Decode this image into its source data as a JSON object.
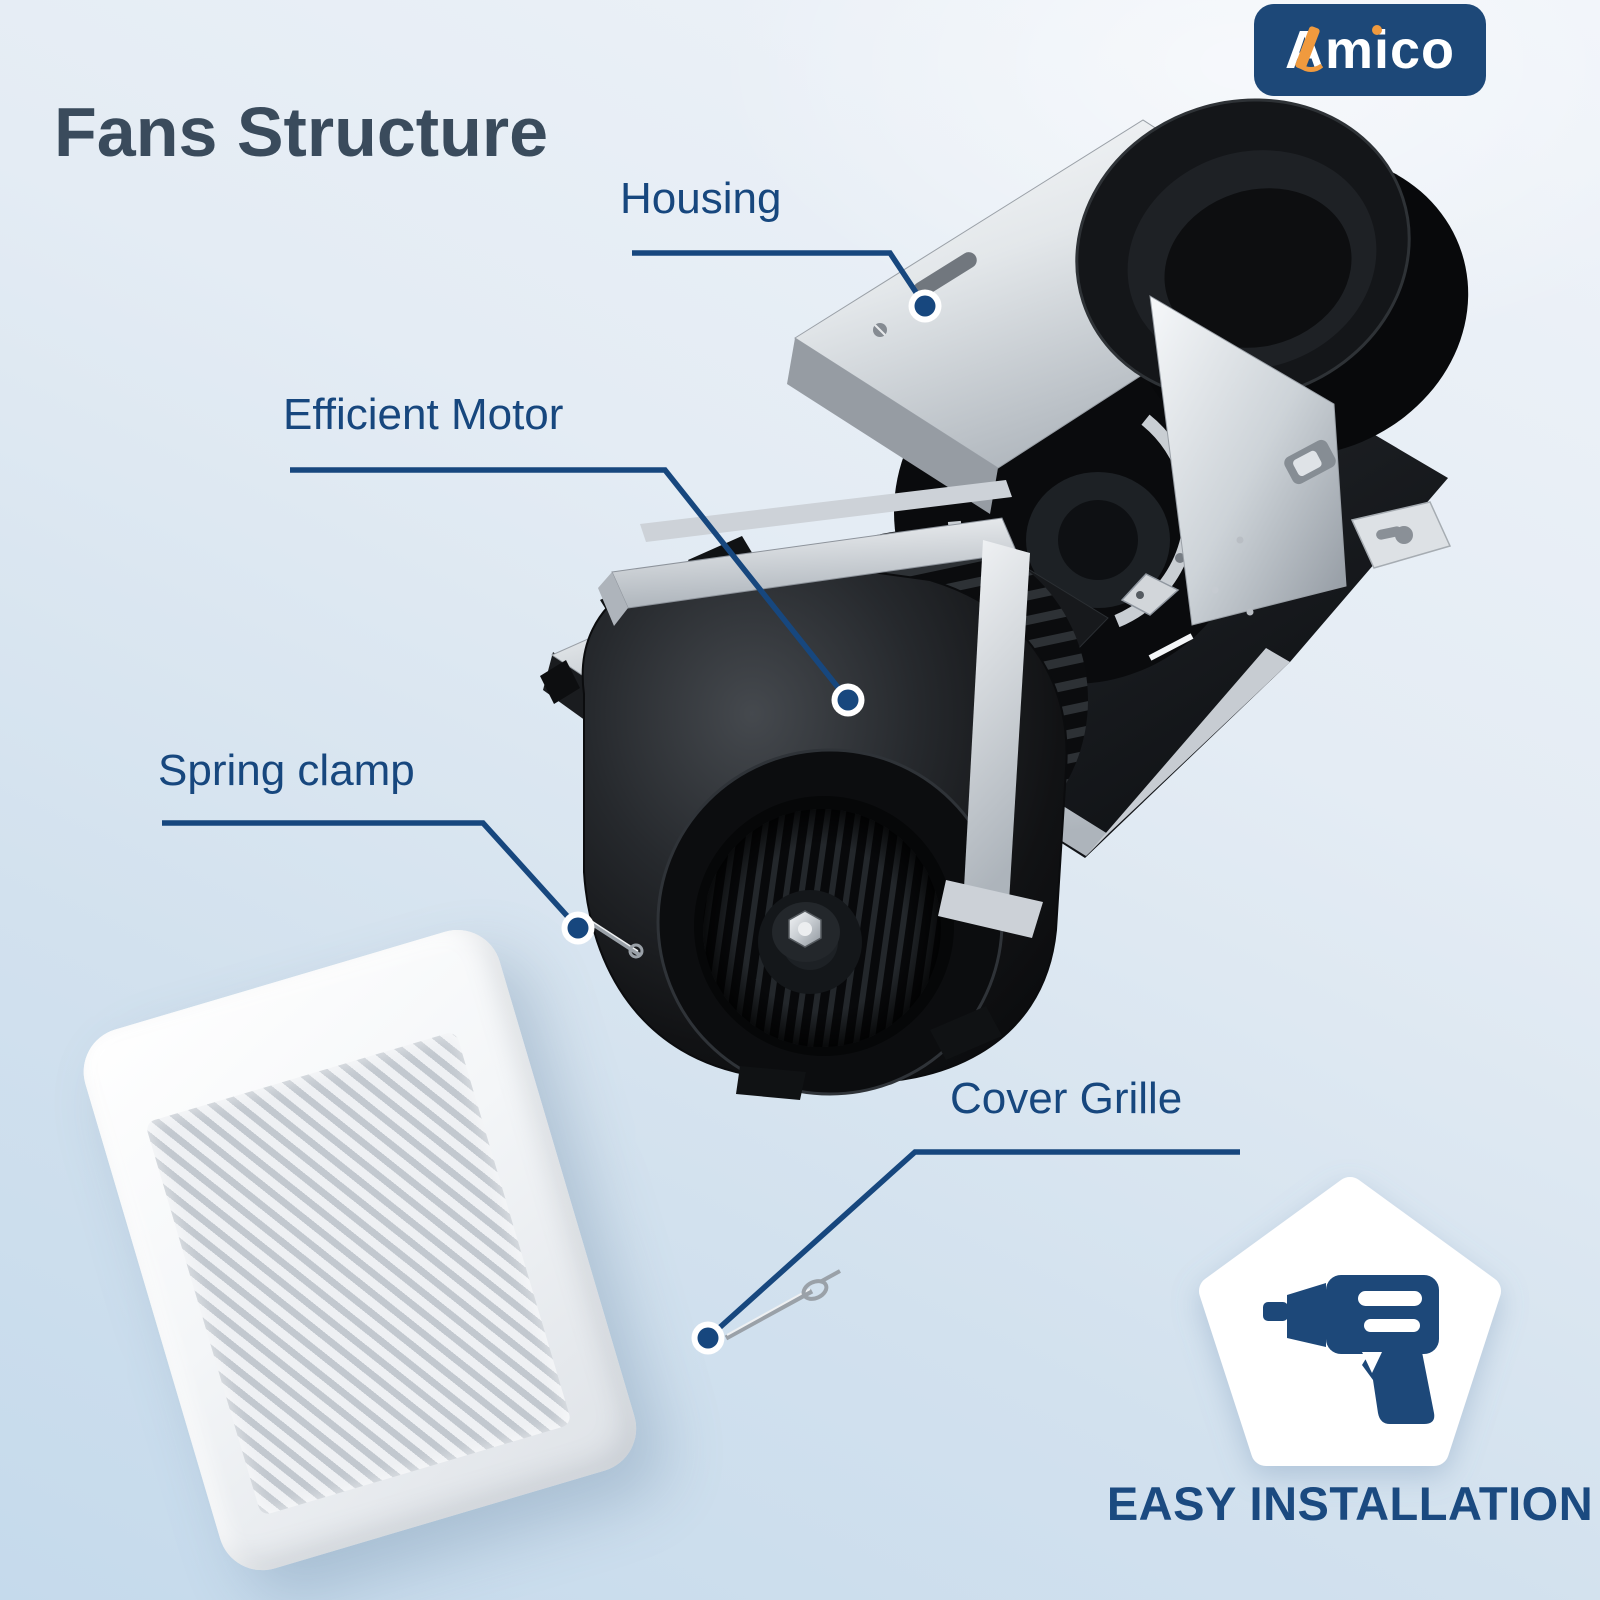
{
  "brand": {
    "name": "Amico"
  },
  "page": {
    "title": "Fans Structure"
  },
  "callouts": [
    {
      "id": "housing",
      "label": "Housing"
    },
    {
      "id": "efficient-motor",
      "label": "Efficient Motor"
    },
    {
      "id": "spring-clamp",
      "label": "Spring clamp"
    },
    {
      "id": "cover-grille",
      "label": "Cover Grille"
    }
  ],
  "figure": {
    "type": "exploded-parts-diagram",
    "parts": [
      "Housing",
      "Efficient Motor",
      "Spring clamp",
      "Cover Grille"
    ]
  },
  "badge": {
    "icon": "power-drill-icon",
    "caption": "EASY INSTALLATION"
  },
  "colors": {
    "accent_blue": "#17477E",
    "logo_background": "#1D4878",
    "logo_accent_orange": "#F09A3E",
    "title_text": "#3A4B5C",
    "badge_text": "#1B4A80",
    "background_top": "#EFF3F9",
    "background_bottom": "#C5DAEC"
  }
}
